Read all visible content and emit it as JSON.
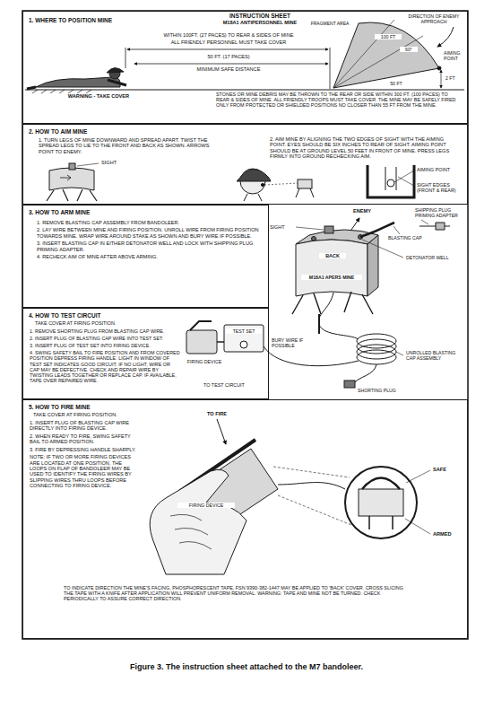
{
  "diagram": {
    "title": "INSTRUCTION SHEET",
    "caption": "Figure 3. The instruction sheet attached to the M7 bandoleer.",
    "nodes": [
      {
        "text": [
          "1. WHERE TO POSITION MINE"
        ]
      },
      {
        "text": [
          "2. HOW TO AIM MINE",
          "1. TURN LEGS OF MINE DOWNWARD AND SPREAD APART. TWIST THE SPREAD LEGS TO LIE TO THE FRONT AND BACK AS SHOWN. ARROWS POINT TO ENEMY.",
          "2. AIM MINE BY ALIGNING THE TWO EDGES OF SIGHT WITH THE AIMING POINT. EYES SHOULD BE SIX INCHES TO REAR OF SIGHT. AIMING POINT SHOULD BE AT GROUND LEVEL 50 FEET IN FRONT OF MINE. PRESS LEGS FIRMLY INTO GROUND RECHECKING AIM."
        ]
      },
      {
        "text": [
          "3. HOW TO ARM MINE",
          "1. REMOVE BLASTING CAP ASSEMBLY FROM BANDOLEER.",
          "2. LAY WIRE BETWEEN MINE AND FIRING POSITION. UNROLL WIRE FROM FIRING POSITION TOWARDS MINE. WRAP WIRE AROUND STAKE AS SHOWN AND BURY WIRE IF POSSIBLE.",
          "3. INSERT BLASTING CAP IN EITHER DETONATOR WELL AND LOCK WITH SHIPPING PLUG PRIMING ADAPTER.",
          "4. RECHECK AIM OF MINE AFTER ABOVE ARMING."
        ]
      },
      {
        "text": [
          "4. HOW TO TEST CIRCUIT",
          "TAKE COVER AT FIRING POSITION.",
          "1. REMOVE SHORTING PLUG FROM BLASTING CAP WIRE.",
          "2. INSERT PLUG OF BLASTING CAP WIRE INTO TEST SET.",
          "3. INSERT PLUG OF TEST SET INTO FIRING DEVICE.",
          "4. SWING SAFETY BAIL TO FIRE POSITION AND FROM COVERED POSITION DEPRESS FIRING HANDLE. LIGHT IN WINDOW OF TEST SET INDICATES GOOD CIRCUIT. IF NO LIGHT, WIRE OR CAP MAY BE DEFECTIVE. CHECK AND REPAIR WIRE BY TWISTING LEADS TOGETHER OR REPLACE CAP. IF AVAILABLE, TAPE OVER REPAIRED WIRE."
        ]
      },
      {
        "text": [
          "5. HOW TO FIRE MINE",
          "TAKE COVER AT FIRING POSITION.",
          "1. INSERT PLUG OF BLASTING CAP WIRE DIRECTLY INTO FIRING DEVICE.",
          "2. WHEN READY TO FIRE, SWING SAFETY BAIL TO ARMED POSITION.",
          "3. FIRE BY DEPRESSING HANDLE SHARPLY.",
          "NOTE: IF TWO OR MORE FIRING DEVICES ARE LOCATED AT ONE POSITION, THE LOOPS ON FLAP OF BANDOLEER MAY BE USED TO IDENTIFY THE FIRING WIRES BY SLIPPING WIRES THRU LOOPS BEFORE CONNECTING TO FIRING DEVICE."
        ]
      }
    ],
    "labels": [
      "M18A1 ANTIPERSONNEL MINE",
      "DIRECTION OF ENEMY APPROACH",
      "WITHIN 100FT. (27 PACES) TO REAR & SIDES OF MINE",
      "ALL FRIENDLY PERSONNEL MUST TAKE COVER",
      "FRAGMENT AREA",
      "100 FT",
      "60°",
      "AIMING POINT",
      "50 FT. (17 PACES)",
      "50 FT",
      "MINIMUM SAFE DISTANCE",
      "2 FT",
      "WARNING - TAKE COVER",
      "STONES OR MINE DEBRIS MAY BE THROWN TO THE REAR OR SIDE WITHIN 300 FT. (100 PACES) TO REAR & SIDES OF MINE. ALL FRIENDLY TROOPS MUST TAKE COVER. THE MINE MAY BE SAFELY FIRED ONLY FROM PROTECTED OR SHIELDED POSITIONS NO CLOSER THAN 55 FT FROM THE MINE.",
      "SIGHT",
      "AIMING POINT",
      "SIGHT EDGES (FRONT & REAR)",
      "ENEMY",
      "SHIPPING PLUG PRIMING ADAPTER",
      "SIGHT",
      "BLASTING CAP",
      "DETONATOR WELL",
      "BACK",
      "M18A1 APERS MINE",
      "BURY WIRE IF POSSIBLE",
      "UNROLLED BLASTING CAP ASSEMBLY",
      "SHORTING PLUG",
      "FIRING DEVICE",
      "TEST SET",
      "TO TEST CIRCUIT",
      "TO FIRE",
      "FIRING DEVICE",
      "SAFE",
      "ARMED",
      "TO INDICATE DIRECTION THE MINE'S FACING, PHOSPHORESCENT TAPE, FSN 9390-382-1447 MAY BE APPLIED TO 'BACK' COVER. CROSS SLICING THE TAPE WITH A KNIFE AFTER APPLICATION WILL PREVENT UNIFORM REMOVAL. WARNING: TAPE AND MINE NOT BE TURNED. CHECK PERIODICALLY TO ASSURE CORRECT DIRECTION."
    ]
  }
}
